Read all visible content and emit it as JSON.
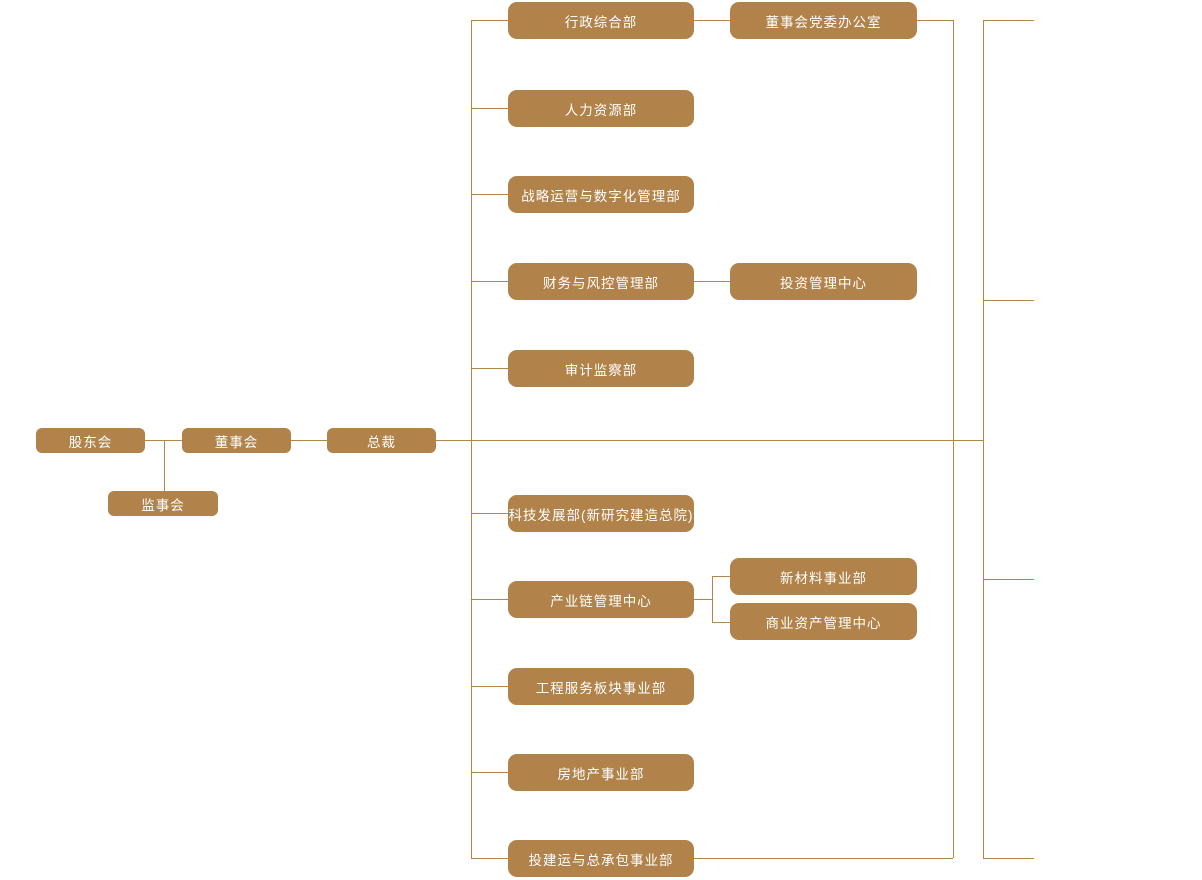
{
  "chart": {
    "type": "org-chart",
    "node_fill": "#b1824a",
    "node_text_color": "#ffffff",
    "line_color": "#b5854b",
    "background": "#ffffff"
  },
  "nodes": {
    "shareholders": {
      "label": "股东会"
    },
    "board": {
      "label": "董事会"
    },
    "supervisory": {
      "label": "监事会"
    },
    "president": {
      "label": "总裁"
    },
    "admin": {
      "label": "行政综合部"
    },
    "party_office": {
      "label": "董事会党委办公室"
    },
    "hr": {
      "label": "人力资源部"
    },
    "strategy": {
      "label": "战略运营与数字化管理部"
    },
    "finance": {
      "label": "财务与风控管理部"
    },
    "investment": {
      "label": "投资管理中心"
    },
    "audit": {
      "label": "审计监察部"
    },
    "tech": {
      "label": "科技发展部(新研究建造总院)"
    },
    "chain": {
      "label": "产业链管理中心"
    },
    "materials": {
      "label": "新材料事业部"
    },
    "commercial": {
      "label": "商业资产管理中心"
    },
    "engineering": {
      "label": "工程服务板块事业部"
    },
    "realestate": {
      "label": "房地产事业部"
    },
    "epc": {
      "label": "投建运与总承包事业部"
    }
  },
  "structure": [
    {
      "parent": "股东会",
      "children": [
        "董事会",
        "监事会"
      ]
    },
    {
      "parent": "董事会",
      "children": [
        "总裁"
      ]
    },
    {
      "parent": "总裁",
      "children": [
        "行政综合部",
        "人力资源部",
        "战略运营与数字化管理部",
        "财务与风控管理部",
        "审计监察部",
        "科技发展部(新研究建造总院)",
        "产业链管理中心",
        "工程服务板块事业部",
        "房地产事业部",
        "投建运与总承包事业部"
      ]
    },
    {
      "parent": "行政综合部",
      "children": [
        "董事会党委办公室"
      ]
    },
    {
      "parent": "财务与风控管理部",
      "children": [
        "投资管理中心"
      ]
    },
    {
      "parent": "产业链管理中心",
      "children": [
        "新材料事业部",
        "商业资产管理中心"
      ]
    }
  ]
}
